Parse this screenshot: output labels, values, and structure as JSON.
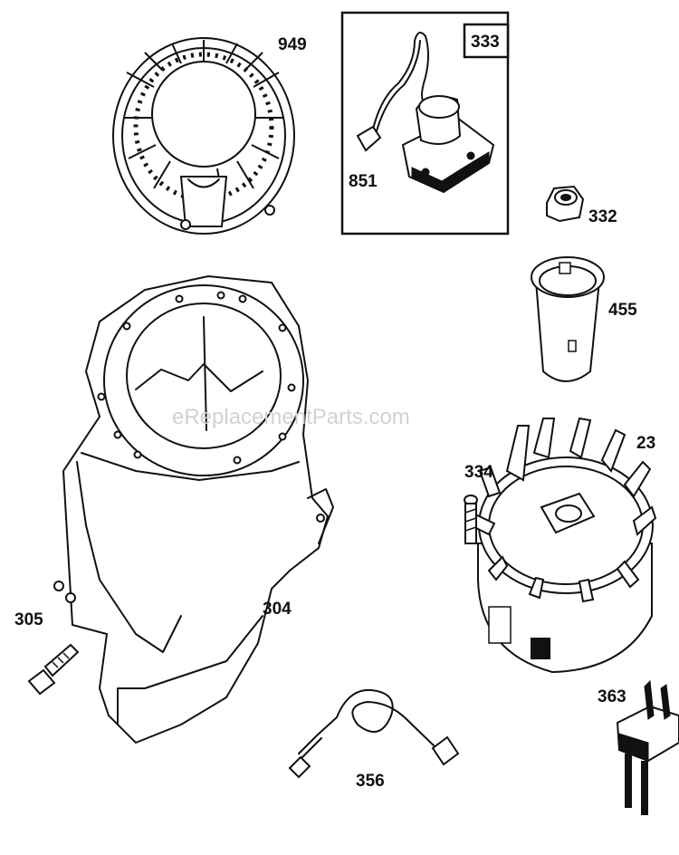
{
  "watermark": "eReplacementParts.com",
  "parts": {
    "p949": "949",
    "p333": "333",
    "p851": "851",
    "p332": "332",
    "p455": "455",
    "p23": "23",
    "p334": "334",
    "p305": "305",
    "p304": "304",
    "p356": "356",
    "p363": "363"
  },
  "colors": {
    "line": "#111111",
    "background": "#ffffff",
    "watermark": "#d2d2d2"
  }
}
